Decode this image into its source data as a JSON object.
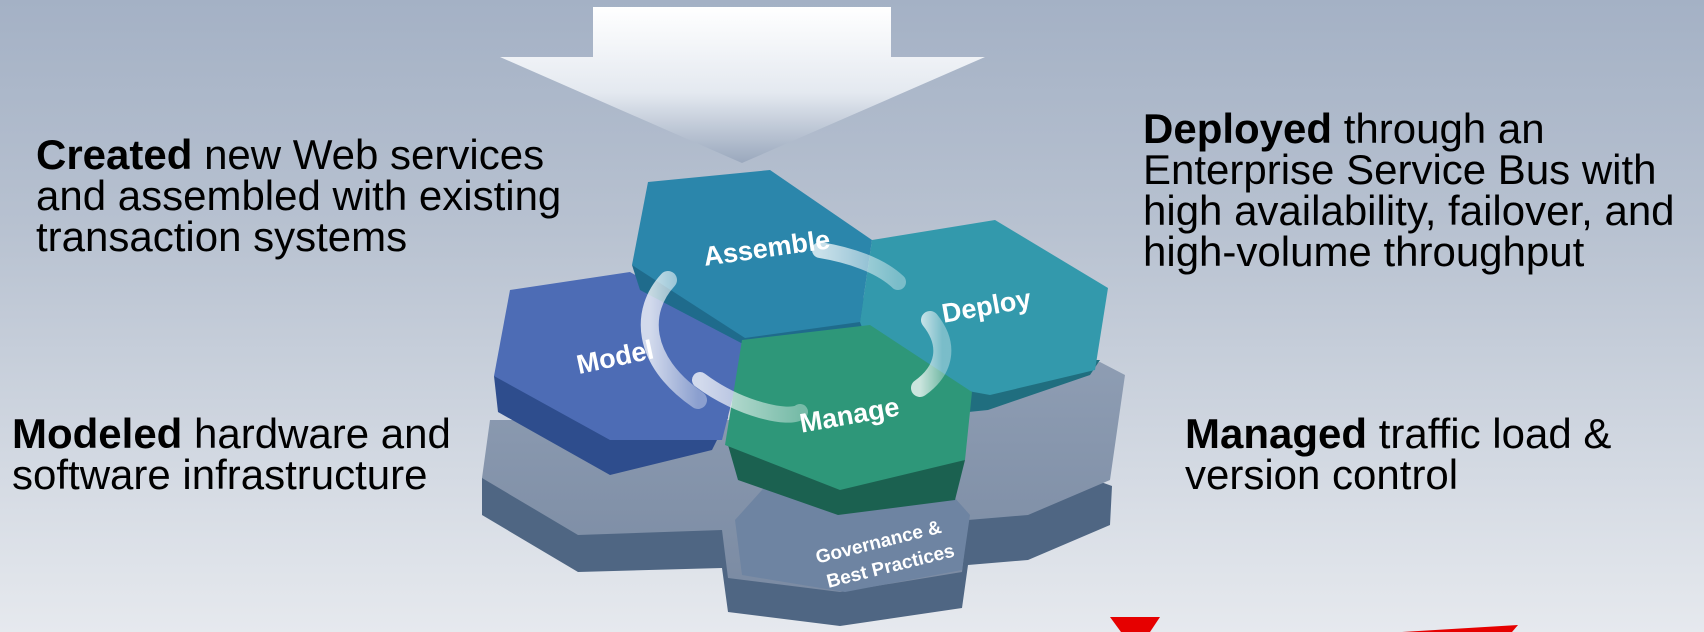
{
  "captions": {
    "created": {
      "bold": "Created",
      "rest": " new Web services and assembled with existing transaction systems"
    },
    "deployed": {
      "bold": "Deployed",
      "rest": " through an Enterprise Service Bus with high availability, failover, and high-volume throughput"
    },
    "modeled": {
      "bold": "Modeled",
      "rest": " hardware and software infrastructure"
    },
    "managed": {
      "bold": "Managed",
      "rest": " traffic load & version control"
    }
  },
  "hexagons": {
    "assemble": "Assemble",
    "deploy": "Deploy",
    "model": "Model",
    "manage": "Manage",
    "governance_line1": "Governance &",
    "governance_line2": "Best Practices"
  },
  "colors": {
    "assemble": "#2b86ab",
    "deploy": "#3399ac",
    "model": "#4d6cb5",
    "manage": "#2e9779",
    "base": "#7a8aa2",
    "accent_red": "#e60000"
  }
}
